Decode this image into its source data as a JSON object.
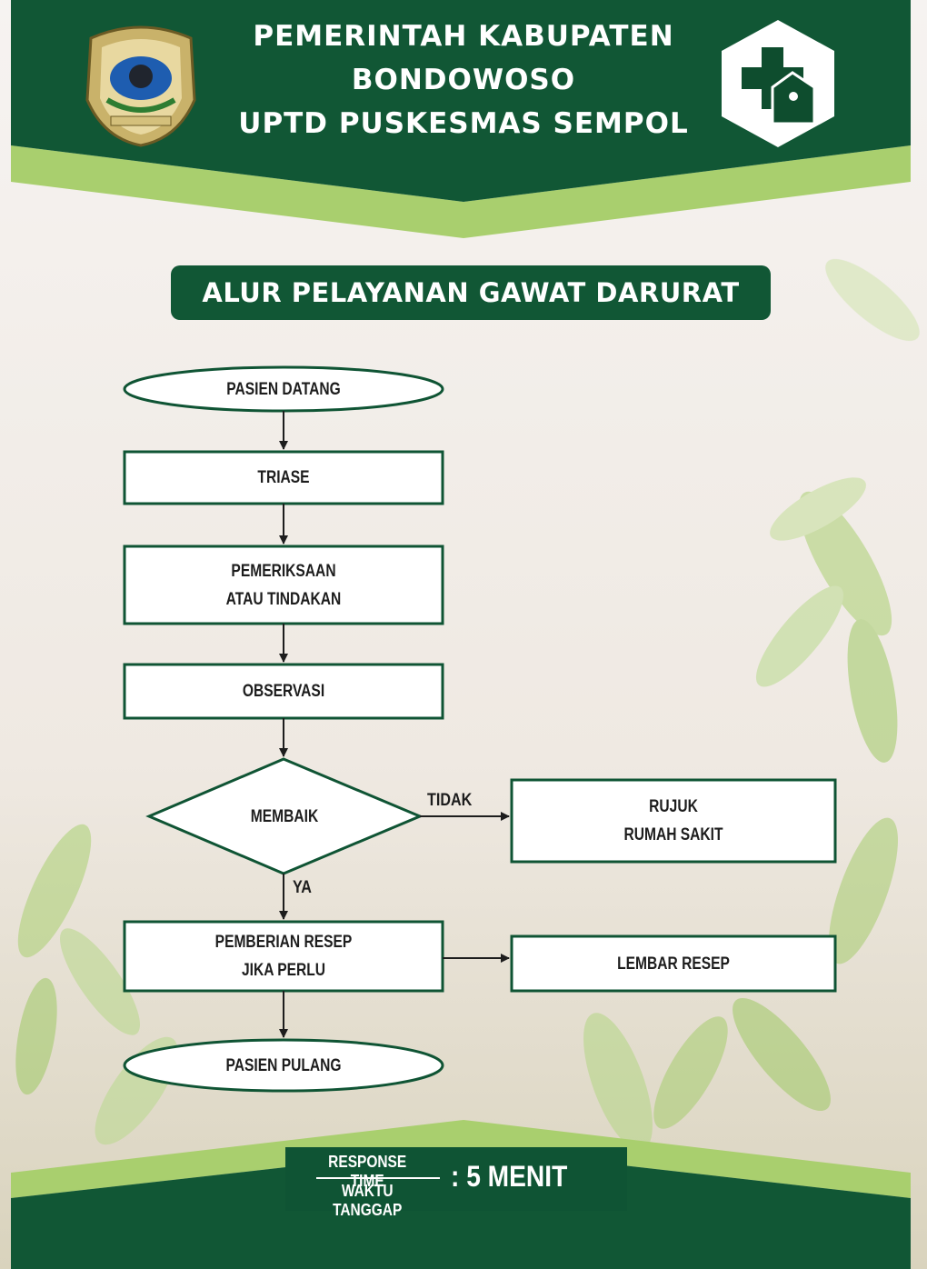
{
  "header": {
    "line1": "PEMERINTAH KABUPATEN",
    "line2": "BONDOWOSO",
    "line3": "UPTD PUSKESMAS SEMPOL",
    "left_logo": "regency-emblem",
    "right_logo": "puskesmas-logo"
  },
  "title": "ALUR PELAYANAN GAWAT DARURAT",
  "flow": {
    "start": "PASIEN DATANG",
    "triage": "TRIASE",
    "exam_line1": "PEMERIKSAAN",
    "exam_line2": "ATAU TINDAKAN",
    "observation": "OBSERVASI",
    "decision": "MEMBAIK",
    "no_label": "TIDAK",
    "yes_label": "YA",
    "refer_line1": "RUJUK",
    "refer_line2": "RUMAH SAKIT",
    "prescription_line1": "PEMBERIAN RESEP",
    "prescription_line2": "JIKA PERLU",
    "prescription_sheet": "LEMBAR RESEP",
    "end": "PASIEN PULANG"
  },
  "response_time": {
    "label_line1": "RESPONSE TIME",
    "label_line2": "WAKTU TANGGAP",
    "value": ": 5 MENIT"
  },
  "colors": {
    "dark_green": "#115735",
    "accent_green": "#8cbf4a",
    "light_green": "#b8d98a",
    "node_border": "#0f5434",
    "background": "#f4f1ee"
  }
}
